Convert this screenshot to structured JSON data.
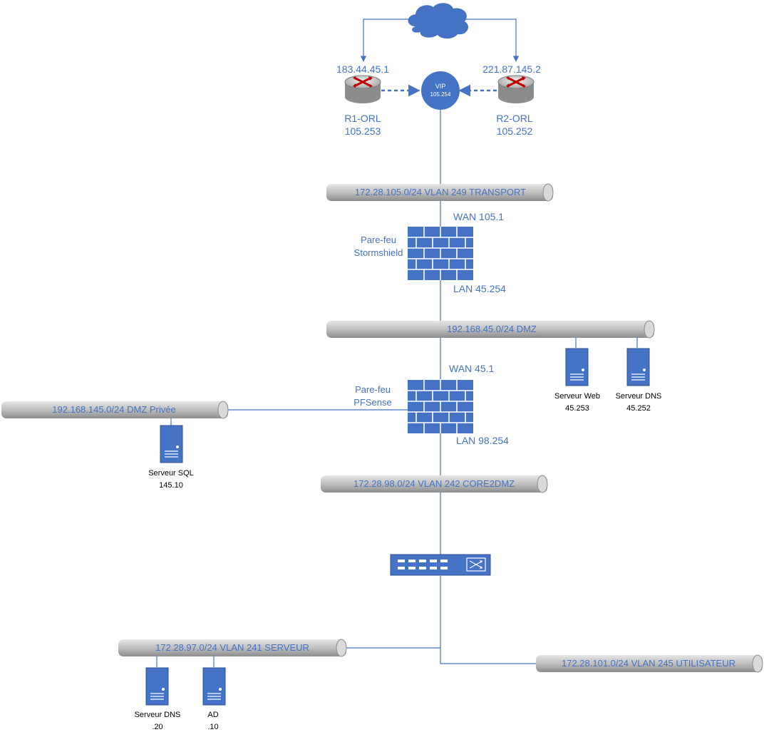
{
  "colors": {
    "accent": "#4472c4",
    "device": "#4472c4",
    "pipe": "#bfbfbf",
    "router_body": "#d9d9d9",
    "router_arrows": "#c00000"
  },
  "cloud": {
    "icon": "cloud-icon"
  },
  "routers": {
    "r1": {
      "ip": "183.44.45.1",
      "name": "R1-ORL",
      "addr": "105.253",
      "icon": "router-icon"
    },
    "r2": {
      "ip": "221.87.145.2",
      "name": "R2-ORL",
      "addr": "105.252",
      "icon": "router-icon"
    }
  },
  "vip": {
    "label": "VIP",
    "addr": "105.254"
  },
  "segments": {
    "transport": "172.28.105.0/24 VLAN 249 TRANSPORT",
    "dmz": "192.168.45.0/24 DMZ",
    "dmz_privee": "192.168.145.0/24 DMZ Privée",
    "core2dmz": "172.28.98.0/24 VLAN 242 CORE2DMZ",
    "serveur": "172.28.97.0/24 VLAN 241 SERVEUR",
    "utilisateur": "172.28.101.0/24 VLAN 245 UTILISATEUR"
  },
  "firewalls": {
    "stormshield": {
      "line1": "Pare-feu",
      "line2": "Stormshield",
      "wan": "WAN 105.1",
      "lan": "LAN 45.254",
      "icon": "firewall-icon"
    },
    "pfsense": {
      "line1": "Pare-feu",
      "line2": "PFSense",
      "wan": "WAN 45.1",
      "lan": "LAN 98.254",
      "icon": "firewall-icon"
    }
  },
  "servers": {
    "web": {
      "name": "Serveur Web",
      "addr": "45.253",
      "icon": "server-icon"
    },
    "dns_dmz": {
      "name": "Serveur DNS",
      "addr": "45.252",
      "icon": "server-icon"
    },
    "sql": {
      "name": "Serveur SQL",
      "addr": "145.10",
      "icon": "server-icon"
    },
    "dns_lan": {
      "name": "Serveur DNS",
      "addr": ".20",
      "icon": "server-icon"
    },
    "ad": {
      "name": "AD",
      "addr": ".10",
      "icon": "server-icon"
    }
  },
  "switch": {
    "icon": "switch-icon"
  }
}
